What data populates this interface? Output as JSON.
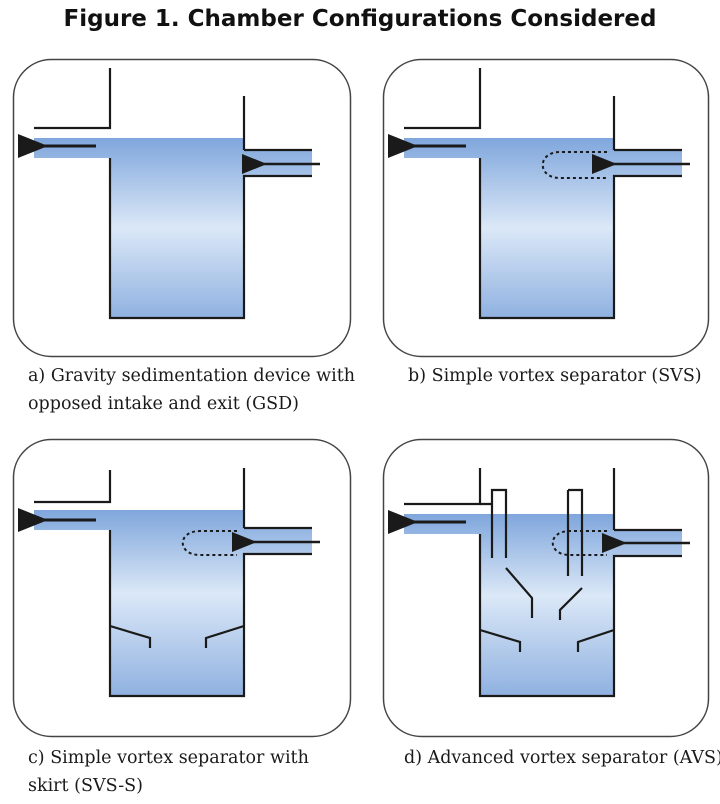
{
  "figure": {
    "title": "Figure 1. Chamber Configurations Considered",
    "panels": [
      {
        "id": "a",
        "caption_lines": [
          "a) Gravity sedimentation device with",
          "opposed intake and exit (GSD)"
        ]
      },
      {
        "id": "b",
        "caption_lines": [
          "b) Simple vortex separator (SVS)"
        ]
      },
      {
        "id": "c",
        "caption_lines": [
          "c) Simple vortex separator with",
          "skirt (SVS-S)"
        ]
      },
      {
        "id": "d",
        "caption_lines": [
          "d) Advanced vortex separator (AVS)"
        ]
      }
    ]
  },
  "colors": {
    "water_top": "#7fa6dc",
    "water_mid": "#dbe8f7",
    "water_bottom": "#8fb1e0",
    "outline": "#1a1a1a",
    "frame": "#444444"
  }
}
